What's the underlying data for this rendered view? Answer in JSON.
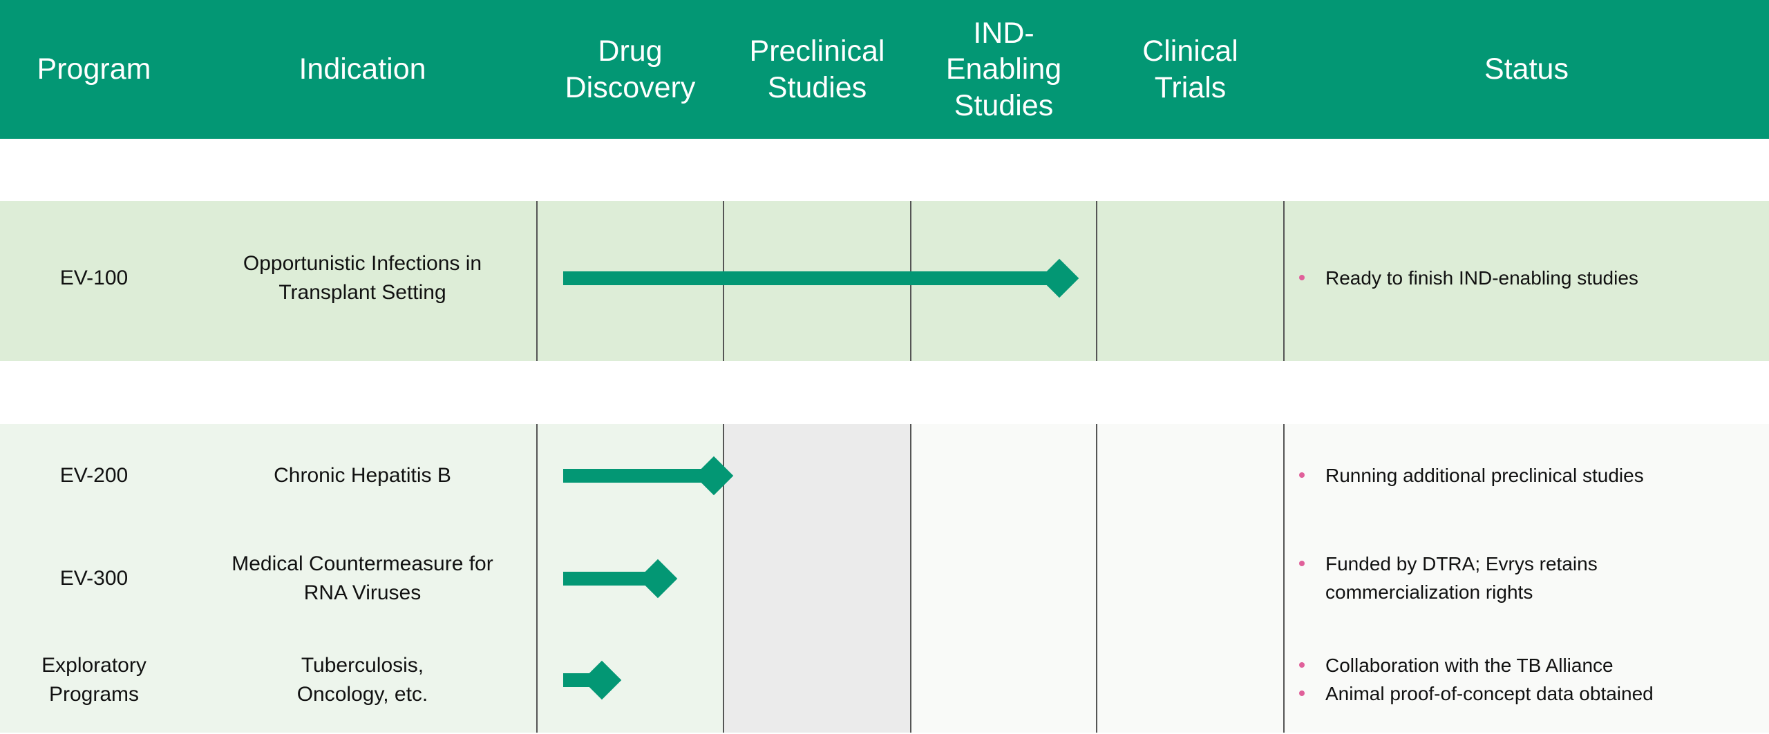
{
  "header": {
    "program": "Program",
    "indication": "Indication",
    "drug_discovery": [
      "Drug",
      "Discovery"
    ],
    "preclinical": [
      "Preclinical",
      "Studies"
    ],
    "ind_enabling": [
      "IND-",
      "Enabling",
      "Studies"
    ],
    "clinical": [
      "Clinical",
      "Trials"
    ],
    "status": "Status"
  },
  "colors": {
    "accent": "#039774",
    "band_active": "#ddedd7",
    "band_other": "#edf5ec",
    "bullet": "#e0609a"
  },
  "stages": [
    "Drug Discovery",
    "Preclinical Studies",
    "IND-Enabling Studies",
    "Clinical Trials"
  ],
  "programs": [
    {
      "program": [
        "EV-100"
      ],
      "indication": [
        "Opportunistic Infections in",
        "Transplant Setting"
      ],
      "progress_stages": 2.9,
      "status": [
        "Ready to finish IND-enabling studies"
      ]
    },
    {
      "program": [
        "EV-200"
      ],
      "indication": [
        "Chronic Hepatitis B"
      ],
      "progress_stages": 1.05,
      "status": [
        "Running additional preclinical studies"
      ]
    },
    {
      "program": [
        "EV-300"
      ],
      "indication": [
        "Medical Countermeasure for",
        "RNA Viruses"
      ],
      "progress_stages": 0.75,
      "status": [
        "Funded by DTRA; Evrys retains commercialization rights"
      ]
    },
    {
      "program": [
        "Exploratory",
        "Programs"
      ],
      "indication": [
        "Tuberculosis,",
        "Oncology, etc."
      ],
      "progress_stages": 0.45,
      "status": [
        "Collaboration with the TB Alliance",
        "Animal proof-of-concept data obtained"
      ]
    }
  ]
}
